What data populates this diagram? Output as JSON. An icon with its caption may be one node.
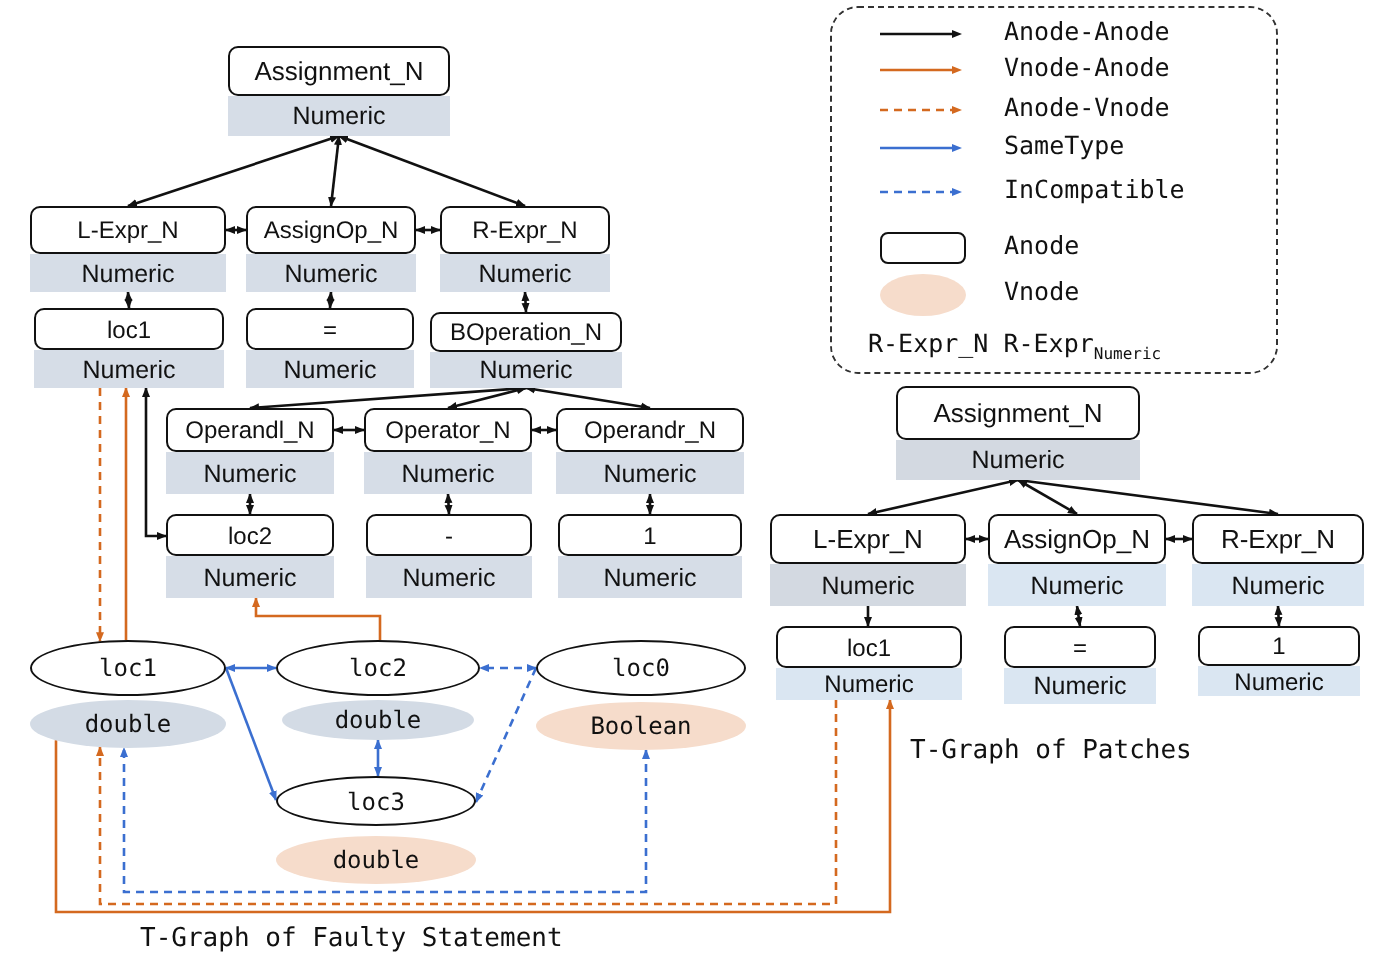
{
  "diagram": {
    "nodes": [
      {
        "text": [
          "Assignment_N",
          "Numeric"
        ]
      },
      {
        "text": [
          "L-Expr_N",
          "Numeric"
        ]
      },
      {
        "text": [
          "AssignOp_N",
          "Numeric"
        ]
      },
      {
        "text": [
          "R-Expr_N",
          "Numeric"
        ]
      },
      {
        "text": [
          "loc1",
          "Numeric"
        ]
      },
      {
        "text": [
          "=",
          "Numeric"
        ]
      },
      {
        "text": [
          "BOperation_N",
          "Numeric"
        ]
      },
      {
        "text": [
          "Operandl_N",
          "Numeric"
        ]
      },
      {
        "text": [
          "Operator_N",
          "Numeric"
        ]
      },
      {
        "text": [
          "Operandr_N",
          "Numeric"
        ]
      },
      {
        "text": [
          "loc2",
          "Numeric"
        ]
      },
      {
        "text": [
          "-",
          "Numeric"
        ]
      },
      {
        "text": [
          "1",
          "Numeric"
        ]
      },
      {
        "text": [
          "loc1",
          "double"
        ]
      },
      {
        "text": [
          "loc2",
          "double"
        ]
      },
      {
        "text": [
          "loc0",
          "Boolean"
        ]
      },
      {
        "text": [
          "loc3",
          "double"
        ]
      },
      {
        "text": [
          "Assignment_N",
          "Numeric"
        ]
      },
      {
        "text": [
          "L-Expr_N",
          "Numeric"
        ]
      },
      {
        "text": [
          "AssignOp_N",
          "Numeric"
        ]
      },
      {
        "text": [
          "R-Expr_N",
          "Numeric"
        ]
      },
      {
        "text": [
          "loc1",
          "Numeric"
        ]
      },
      {
        "text": [
          "=",
          "Numeric"
        ]
      },
      {
        "text": [
          "1",
          "Numeric"
        ]
      }
    ],
    "edges": [
      {
        "from": 0,
        "to": 1,
        "arrow": "both"
      },
      {
        "from": 0,
        "to": 2,
        "arrow": "both"
      },
      {
        "from": 0,
        "to": 3,
        "arrow": "both"
      },
      {
        "from": 1,
        "to": 2,
        "arrow": "both"
      },
      {
        "from": 2,
        "to": 3,
        "arrow": "both"
      },
      {
        "from": 1,
        "to": 4,
        "arrow": "both"
      },
      {
        "from": 2,
        "to": 5,
        "arrow": "both"
      },
      {
        "from": 3,
        "to": 6,
        "arrow": "both"
      },
      {
        "from": 6,
        "to": 7,
        "arrow": "both"
      },
      {
        "from": 6,
        "to": 8,
        "arrow": "both"
      },
      {
        "from": 6,
        "to": 9,
        "arrow": "both"
      },
      {
        "from": 7,
        "to": 8,
        "arrow": "both"
      },
      {
        "from": 8,
        "to": 9,
        "arrow": "both"
      },
      {
        "from": 7,
        "to": 10,
        "arrow": "both"
      },
      {
        "from": 8,
        "to": 11,
        "arrow": "both"
      },
      {
        "from": 9,
        "to": 12,
        "arrow": "both"
      },
      {
        "from": 4,
        "to": 10,
        "arrow": "both"
      },
      {
        "from": 4,
        "to": 13,
        "arrow": "to",
        "style": "dashed",
        "color": "#d4691f"
      },
      {
        "from": 13,
        "to": 4,
        "arrow": "to",
        "color": "#d4691f"
      },
      {
        "from": 14,
        "to": 10,
        "arrow": "to",
        "color": "#d4691f"
      },
      {
        "from": 13,
        "to": 14,
        "arrow": "both",
        "color": "#3b6fd0"
      },
      {
        "from": 13,
        "to": 16,
        "arrow": "to",
        "color": "#3b6fd0"
      },
      {
        "from": 14,
        "to": 16,
        "arrow": "both",
        "color": "#3b6fd0"
      },
      {
        "from": 15,
        "to": 14,
        "arrow": "both",
        "style": "dashed",
        "color": "#3b6fd0"
      },
      {
        "from": 15,
        "to": 16,
        "arrow": "to",
        "style": "dashed",
        "color": "#3b6fd0"
      },
      {
        "from": 15,
        "to": 13,
        "arrow": "both",
        "style": "dashed",
        "color": "#3b6fd0"
      },
      {
        "from": 21,
        "to": 13,
        "arrow": "to",
        "style": "dashed",
        "color": "#d4691f"
      },
      {
        "from": 13,
        "to": 21,
        "arrow": "to",
        "color": "#d4691f"
      },
      {
        "from": 17,
        "to": 18,
        "arrow": "both"
      },
      {
        "from": 17,
        "to": 19,
        "arrow": "both"
      },
      {
        "from": 17,
        "to": 20,
        "arrow": "both"
      },
      {
        "from": 18,
        "to": 19,
        "arrow": "both"
      },
      {
        "from": 19,
        "to": 20,
        "arrow": "both"
      },
      {
        "from": 18,
        "to": 21,
        "arrow": "to"
      },
      {
        "from": 19,
        "to": 22,
        "arrow": "both"
      },
      {
        "from": 20,
        "to": 23,
        "arrow": "both"
      }
    ],
    "labels": [
      "R-Expr_N R-Expr$_{Numeric}$",
      "T-Graph of Patches",
      "T-Graph of Faulty Statement"
    ],
    "legend": [
      {
        "text": "Anode-Anode"
      },
      {
        "text": "Vnode-Anode"
      },
      {
        "text": "Anode-Vnode"
      },
      {
        "text": "SameType"
      },
      {
        "text": "InCompatible"
      },
      {
        "text": "Anode"
      },
      {
        "text": "Vnode",
        "color": "#f6dccb"
      }
    ]
  }
}
